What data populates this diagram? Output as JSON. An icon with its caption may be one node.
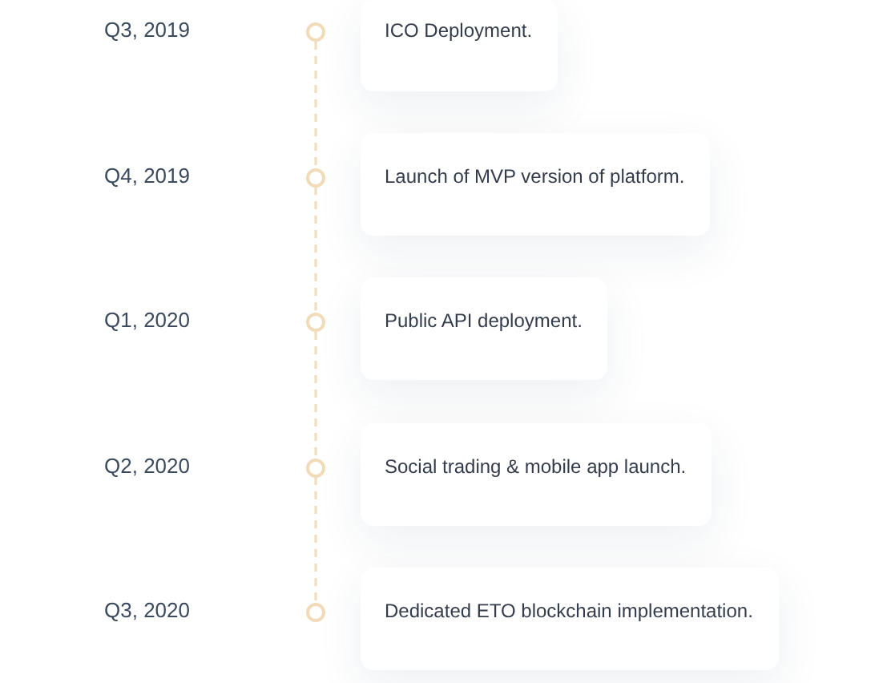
{
  "diagram": {
    "nodes": [
      {
        "text": [],
        "shape": "circle"
      },
      {
        "text": [
          "ICO Deployment."
        ]
      },
      {
        "text": [],
        "shape": "circle"
      },
      {
        "text": [
          "Launch of MVP version of platform."
        ]
      },
      {
        "text": [],
        "shape": "circle"
      },
      {
        "text": [
          "Public API deployment."
        ]
      },
      {
        "text": [],
        "shape": "circle"
      },
      {
        "text": [
          "Social trading & mobile app launch."
        ]
      },
      {
        "text": [],
        "shape": "circle"
      },
      {
        "text": [
          "Dedicated ETO blockchain implementation."
        ]
      }
    ],
    "edges": [
      {
        "from": 0,
        "to": 2,
        "arrow": "none",
        "style": "dashed"
      },
      {
        "from": 2,
        "to": 4,
        "arrow": "none",
        "style": "dashed"
      },
      {
        "from": 4,
        "to": 6,
        "arrow": "none",
        "style": "dashed"
      },
      {
        "from": 6,
        "to": 8,
        "arrow": "none",
        "style": "dashed"
      }
    ],
    "labels": [
      "Q3, 2019",
      "Q4, 2019",
      "Q1, 2020",
      "Q2, 2020",
      "Q3, 2020"
    ]
  }
}
